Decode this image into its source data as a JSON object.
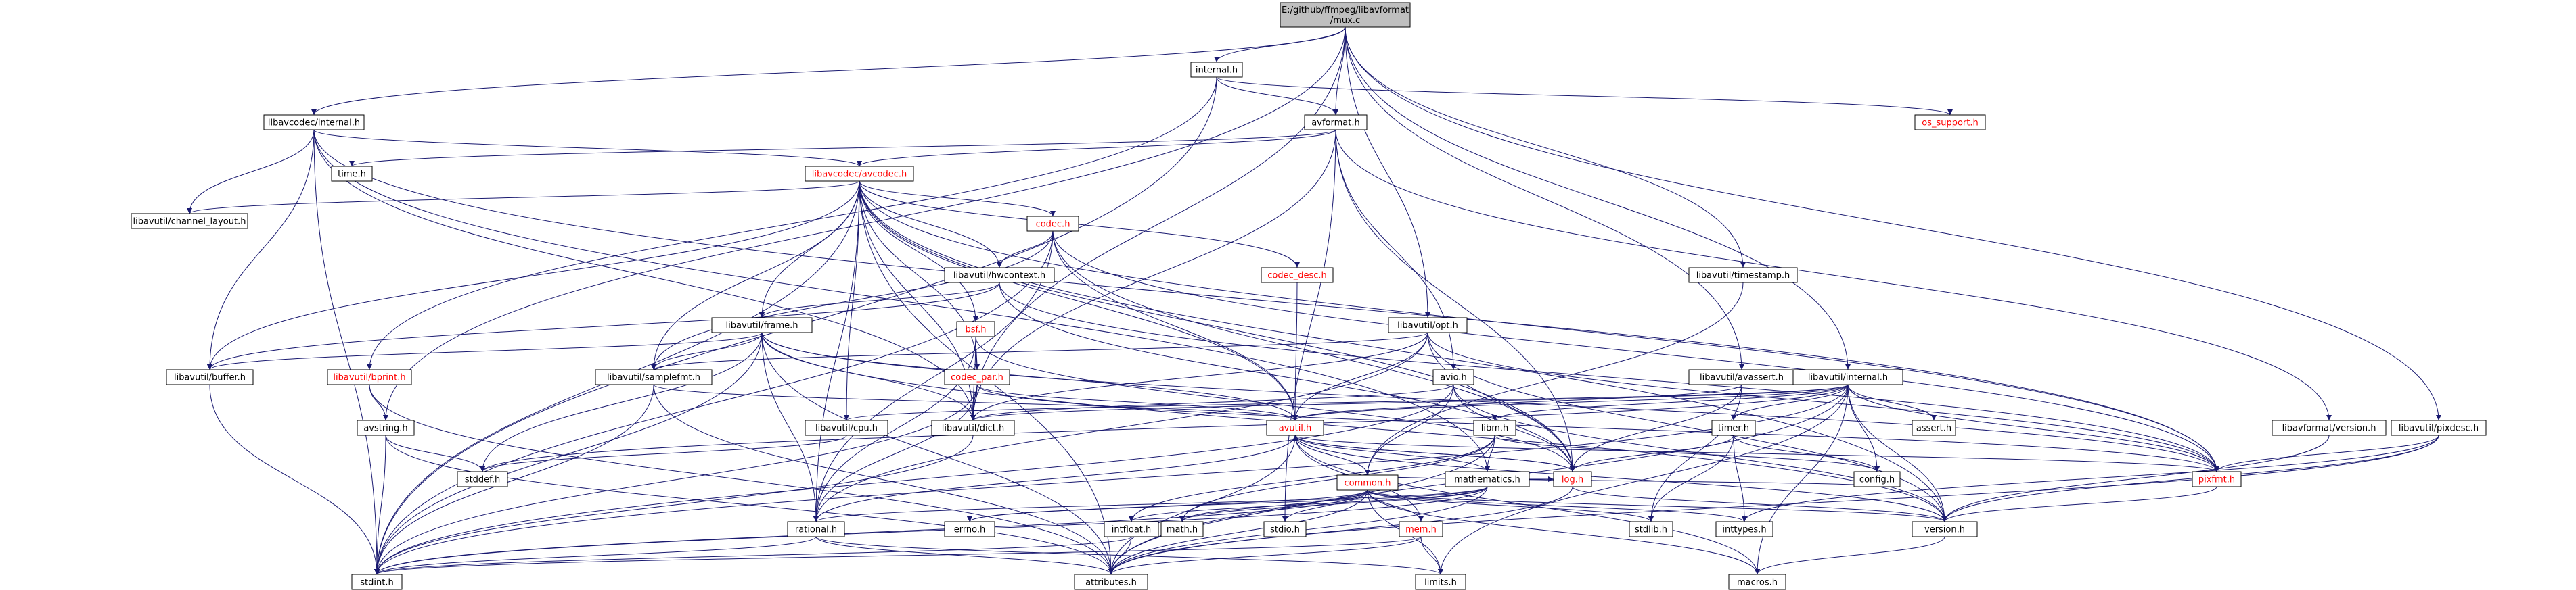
{
  "colors": {
    "edge": "#191970",
    "root_fill": "#bfbfbf",
    "node_fill": "#ffffff",
    "text": "#000000",
    "missing_text": "#ff0000",
    "external_border": "#bfbfbf"
  },
  "nodes": [
    {
      "id": "root",
      "label": "E:/github/ffmpeg/libavformat\n/mux.c",
      "kind": "root"
    },
    {
      "id": "internal",
      "label": "internal.h",
      "kind": "file"
    },
    {
      "id": "avc_internal",
      "label": "libavcodec/internal.h",
      "kind": "file"
    },
    {
      "id": "avformat",
      "label": "avformat.h",
      "kind": "file"
    },
    {
      "id": "os_support",
      "label": "os_support.h",
      "kind": "missing"
    },
    {
      "id": "time",
      "label": "time.h",
      "kind": "external"
    },
    {
      "id": "avcodec",
      "label": "libavcodec/avcodec.h",
      "kind": "missing"
    },
    {
      "id": "chlayout",
      "label": "libavutil/channel_layout.h",
      "kind": "file"
    },
    {
      "id": "codec",
      "label": "codec.h",
      "kind": "missing"
    },
    {
      "id": "hwcontext",
      "label": "libavutil/hwcontext.h",
      "kind": "file"
    },
    {
      "id": "codec_desc",
      "label": "codec_desc.h",
      "kind": "missing"
    },
    {
      "id": "timestamp",
      "label": "libavutil/timestamp.h",
      "kind": "file"
    },
    {
      "id": "frame",
      "label": "libavutil/frame.h",
      "kind": "file"
    },
    {
      "id": "bsf",
      "label": "bsf.h",
      "kind": "missing"
    },
    {
      "id": "opt",
      "label": "libavutil/opt.h",
      "kind": "file"
    },
    {
      "id": "buffer",
      "label": "libavutil/buffer.h",
      "kind": "file"
    },
    {
      "id": "bprint",
      "label": "libavutil/bprint.h",
      "kind": "missing"
    },
    {
      "id": "samplefmt",
      "label": "libavutil/samplefmt.h",
      "kind": "file"
    },
    {
      "id": "codec_par",
      "label": "codec_par.h",
      "kind": "missing"
    },
    {
      "id": "avio",
      "label": "avio.h",
      "kind": "file"
    },
    {
      "id": "avassert",
      "label": "libavutil/avassert.h",
      "kind": "file"
    },
    {
      "id": "au_internal",
      "label": "libavutil/internal.h",
      "kind": "file"
    },
    {
      "id": "avstring",
      "label": "avstring.h",
      "kind": "file"
    },
    {
      "id": "cpu",
      "label": "libavutil/cpu.h",
      "kind": "file"
    },
    {
      "id": "dict",
      "label": "libavutil/dict.h",
      "kind": "file"
    },
    {
      "id": "avutil",
      "label": "avutil.h",
      "kind": "missing"
    },
    {
      "id": "lfm",
      "label": "libm.h",
      "kind": "file"
    },
    {
      "id": "timer",
      "label": "timer.h",
      "kind": "file"
    },
    {
      "id": "assert",
      "label": "assert.h",
      "kind": "external"
    },
    {
      "id": "avf_version",
      "label": "libavformat/version.h",
      "kind": "file"
    },
    {
      "id": "pixdesc",
      "label": "libavutil/pixdesc.h",
      "kind": "file"
    },
    {
      "id": "stddef",
      "label": "stddef.h",
      "kind": "external"
    },
    {
      "id": "mathematics",
      "label": "mathematics.h",
      "kind": "file"
    },
    {
      "id": "log",
      "label": "log.h",
      "kind": "missing"
    },
    {
      "id": "config",
      "label": "config.h",
      "kind": "external"
    },
    {
      "id": "pixfmt",
      "label": "pixfmt.h",
      "kind": "missing"
    },
    {
      "id": "common",
      "label": "common.h",
      "kind": "missing"
    },
    {
      "id": "rational",
      "label": "rational.h",
      "kind": "file"
    },
    {
      "id": "errno",
      "label": "errno.h",
      "kind": "external"
    },
    {
      "id": "intfloat",
      "label": "intfloat.h",
      "kind": "file"
    },
    {
      "id": "math",
      "label": "math.h",
      "kind": "external"
    },
    {
      "id": "stdio",
      "label": "stdio.h",
      "kind": "external"
    },
    {
      "id": "mem",
      "label": "mem.h",
      "kind": "missing"
    },
    {
      "id": "stdlib",
      "label": "stdlib.h",
      "kind": "external"
    },
    {
      "id": "inttypes",
      "label": "inttypes.h",
      "kind": "external"
    },
    {
      "id": "version",
      "label": "version.h",
      "kind": "file"
    },
    {
      "id": "stdint",
      "label": "stdint.h",
      "kind": "external"
    },
    {
      "id": "attributes",
      "label": "attributes.h",
      "kind": "file"
    },
    {
      "id": "limits",
      "label": "limits.h",
      "kind": "external"
    },
    {
      "id": "macros",
      "label": "macros.h",
      "kind": "file"
    }
  ],
  "edges": [
    [
      "root",
      "internal"
    ],
    [
      "root",
      "avc_internal"
    ],
    [
      "root",
      "avformat"
    ],
    [
      "root",
      "opt"
    ],
    [
      "root",
      "timestamp"
    ],
    [
      "root",
      "avassert"
    ],
    [
      "root",
      "au_internal"
    ],
    [
      "root",
      "pixdesc"
    ],
    [
      "root",
      "dict"
    ],
    [
      "root",
      "avstring"
    ],
    [
      "internal",
      "avformat"
    ],
    [
      "internal",
      "os_support"
    ],
    [
      "internal",
      "stdint"
    ],
    [
      "internal",
      "bprint"
    ],
    [
      "avc_internal",
      "avcodec"
    ],
    [
      "avc_internal",
      "chlayout"
    ],
    [
      "avc_internal",
      "buffer"
    ],
    [
      "avc_internal",
      "mathematics"
    ],
    [
      "avc_internal",
      "pixfmt"
    ],
    [
      "avc_internal",
      "stdint"
    ],
    [
      "avc_internal",
      "dict"
    ],
    [
      "avformat",
      "time"
    ],
    [
      "avformat",
      "avcodec"
    ],
    [
      "avformat",
      "avio"
    ],
    [
      "avformat",
      "dict"
    ],
    [
      "avformat",
      "stdio"
    ],
    [
      "avformat",
      "log"
    ],
    [
      "avformat",
      "avf_version"
    ],
    [
      "avcodec",
      "codec"
    ],
    [
      "avcodec",
      "hwcontext"
    ],
    [
      "avcodec",
      "codec_desc"
    ],
    [
      "avcodec",
      "frame"
    ],
    [
      "avcodec",
      "bsf"
    ],
    [
      "avcodec",
      "codec_par"
    ],
    [
      "avcodec",
      "chlayout"
    ],
    [
      "avcodec",
      "buffer"
    ],
    [
      "avcodec",
      "samplefmt"
    ],
    [
      "avcodec",
      "cpu"
    ],
    [
      "avcodec",
      "dict"
    ],
    [
      "avcodec",
      "avutil"
    ],
    [
      "avcodec",
      "log"
    ],
    [
      "avcodec",
      "pixfmt"
    ],
    [
      "avcodec",
      "rational"
    ],
    [
      "avcodec",
      "stdint"
    ],
    [
      "avcodec",
      "attributes"
    ],
    [
      "avcodec",
      "version"
    ],
    [
      "codec",
      "hwcontext"
    ],
    [
      "codec",
      "samplefmt"
    ],
    [
      "codec",
      "avutil"
    ],
    [
      "codec",
      "log"
    ],
    [
      "codec",
      "pixfmt"
    ],
    [
      "codec",
      "rational"
    ],
    [
      "codec",
      "stdint"
    ],
    [
      "hwcontext",
      "frame"
    ],
    [
      "hwcontext",
      "buffer"
    ],
    [
      "hwcontext",
      "log"
    ],
    [
      "hwcontext",
      "pixfmt"
    ],
    [
      "codec_desc",
      "avutil"
    ],
    [
      "frame",
      "buffer"
    ],
    [
      "frame",
      "samplefmt"
    ],
    [
      "frame",
      "dict"
    ],
    [
      "frame",
      "avutil"
    ],
    [
      "frame",
      "pixfmt"
    ],
    [
      "frame",
      "rational"
    ],
    [
      "frame",
      "stdint"
    ],
    [
      "frame",
      "stddef"
    ],
    [
      "frame",
      "version"
    ],
    [
      "frame",
      "attributes"
    ],
    [
      "bsf",
      "codec_par"
    ],
    [
      "bsf",
      "dict"
    ],
    [
      "bsf",
      "log"
    ],
    [
      "bsf",
      "rational"
    ],
    [
      "codec_par",
      "avutil"
    ],
    [
      "codec_par",
      "dict"
    ],
    [
      "codec_par",
      "pixfmt"
    ],
    [
      "codec_par",
      "rational"
    ],
    [
      "codec_par",
      "stdint"
    ],
    [
      "opt",
      "dict"
    ],
    [
      "opt",
      "avutil"
    ],
    [
      "opt",
      "log"
    ],
    [
      "opt",
      "pixfmt"
    ],
    [
      "opt",
      "rational"
    ],
    [
      "opt",
      "samplefmt"
    ],
    [
      "opt",
      "version"
    ],
    [
      "timestamp",
      "common"
    ],
    [
      "buffer",
      "stdint"
    ],
    [
      "bprint",
      "avstring"
    ],
    [
      "bprint",
      "attributes"
    ],
    [
      "samplefmt",
      "avutil"
    ],
    [
      "samplefmt",
      "attributes"
    ],
    [
      "samplefmt",
      "stdint"
    ],
    [
      "avio",
      "common"
    ],
    [
      "avio",
      "dict"
    ],
    [
      "avio",
      "log"
    ],
    [
      "avio",
      "version"
    ],
    [
      "avio",
      "stdint"
    ],
    [
      "avassert",
      "log"
    ],
    [
      "avassert",
      "stdlib"
    ],
    [
      "avassert",
      "avutil"
    ],
    [
      "au_internal",
      "assert"
    ],
    [
      "au_internal",
      "config"
    ],
    [
      "au_internal",
      "attributes"
    ],
    [
      "au_internal",
      "timer"
    ],
    [
      "au_internal",
      "cpu"
    ],
    [
      "au_internal",
      "dict"
    ],
    [
      "au_internal",
      "pixfmt"
    ],
    [
      "au_internal",
      "version"
    ],
    [
      "au_internal",
      "lfm"
    ],
    [
      "au_internal",
      "stdint"
    ],
    [
      "au_internal",
      "stddef"
    ],
    [
      "au_internal",
      "limits"
    ],
    [
      "au_internal",
      "macros"
    ],
    [
      "au_internal",
      "avutil"
    ],
    [
      "avstring",
      "stddef"
    ],
    [
      "avstring",
      "stdint"
    ],
    [
      "avstring",
      "attributes"
    ],
    [
      "cpu",
      "stddef"
    ],
    [
      "dict",
      "stdint"
    ],
    [
      "avutil",
      "common"
    ],
    [
      "avutil",
      "rational"
    ],
    [
      "avutil",
      "mathematics"
    ],
    [
      "avutil",
      "log"
    ],
    [
      "avutil",
      "pixfmt"
    ],
    [
      "avutil",
      "version"
    ],
    [
      "avutil",
      "attributes"
    ],
    [
      "avutil",
      "macros"
    ],
    [
      "lfm",
      "attributes"
    ],
    [
      "lfm",
      "intfloat"
    ],
    [
      "lfm",
      "mathematics"
    ],
    [
      "lfm",
      "config"
    ],
    [
      "lfm",
      "math"
    ],
    [
      "timer",
      "config"
    ],
    [
      "timer",
      "log"
    ],
    [
      "timer",
      "inttypes"
    ],
    [
      "timer",
      "stdlib"
    ],
    [
      "avf_version",
      "version"
    ],
    [
      "pixdesc",
      "pixfmt"
    ],
    [
      "pixdesc",
      "version"
    ],
    [
      "pixdesc",
      "attributes"
    ],
    [
      "pixdesc",
      "inttypes"
    ],
    [
      "mathematics",
      "errno"
    ],
    [
      "mathematics",
      "intfloat"
    ],
    [
      "mathematics",
      "math"
    ],
    [
      "mathematics",
      "rational"
    ],
    [
      "mathematics",
      "stdint"
    ],
    [
      "mathematics",
      "attributes"
    ],
    [
      "mathematics",
      "log"
    ],
    [
      "log",
      "attributes"
    ],
    [
      "log",
      "version"
    ],
    [
      "log",
      "avutil"
    ],
    [
      "pixfmt",
      "version"
    ],
    [
      "common",
      "errno"
    ],
    [
      "common",
      "inttypes"
    ],
    [
      "common",
      "limits"
    ],
    [
      "common",
      "math"
    ],
    [
      "common",
      "stdint"
    ],
    [
      "common",
      "stdio"
    ],
    [
      "common",
      "stdlib"
    ],
    [
      "common",
      "attributes"
    ],
    [
      "common",
      "macros"
    ],
    [
      "common",
      "version"
    ],
    [
      "common",
      "config"
    ],
    [
      "common",
      "mem"
    ],
    [
      "rational",
      "stdint"
    ],
    [
      "rational",
      "limits"
    ],
    [
      "rational",
      "attributes"
    ],
    [
      "intfloat",
      "stdint"
    ],
    [
      "intfloat",
      "attributes"
    ],
    [
      "mem",
      "attributes"
    ],
    [
      "mem",
      "avutil"
    ],
    [
      "mem",
      "limits"
    ],
    [
      "mem",
      "stdint"
    ],
    [
      "version",
      "macros"
    ]
  ]
}
